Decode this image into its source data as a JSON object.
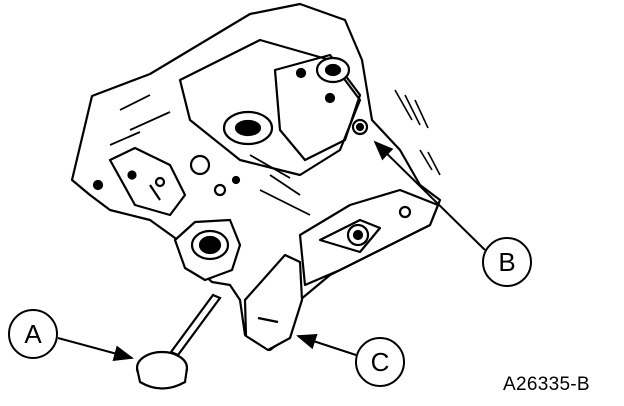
{
  "callouts": {
    "a": "A",
    "b": "B",
    "c": "C"
  },
  "figure_id": "A26335-B"
}
